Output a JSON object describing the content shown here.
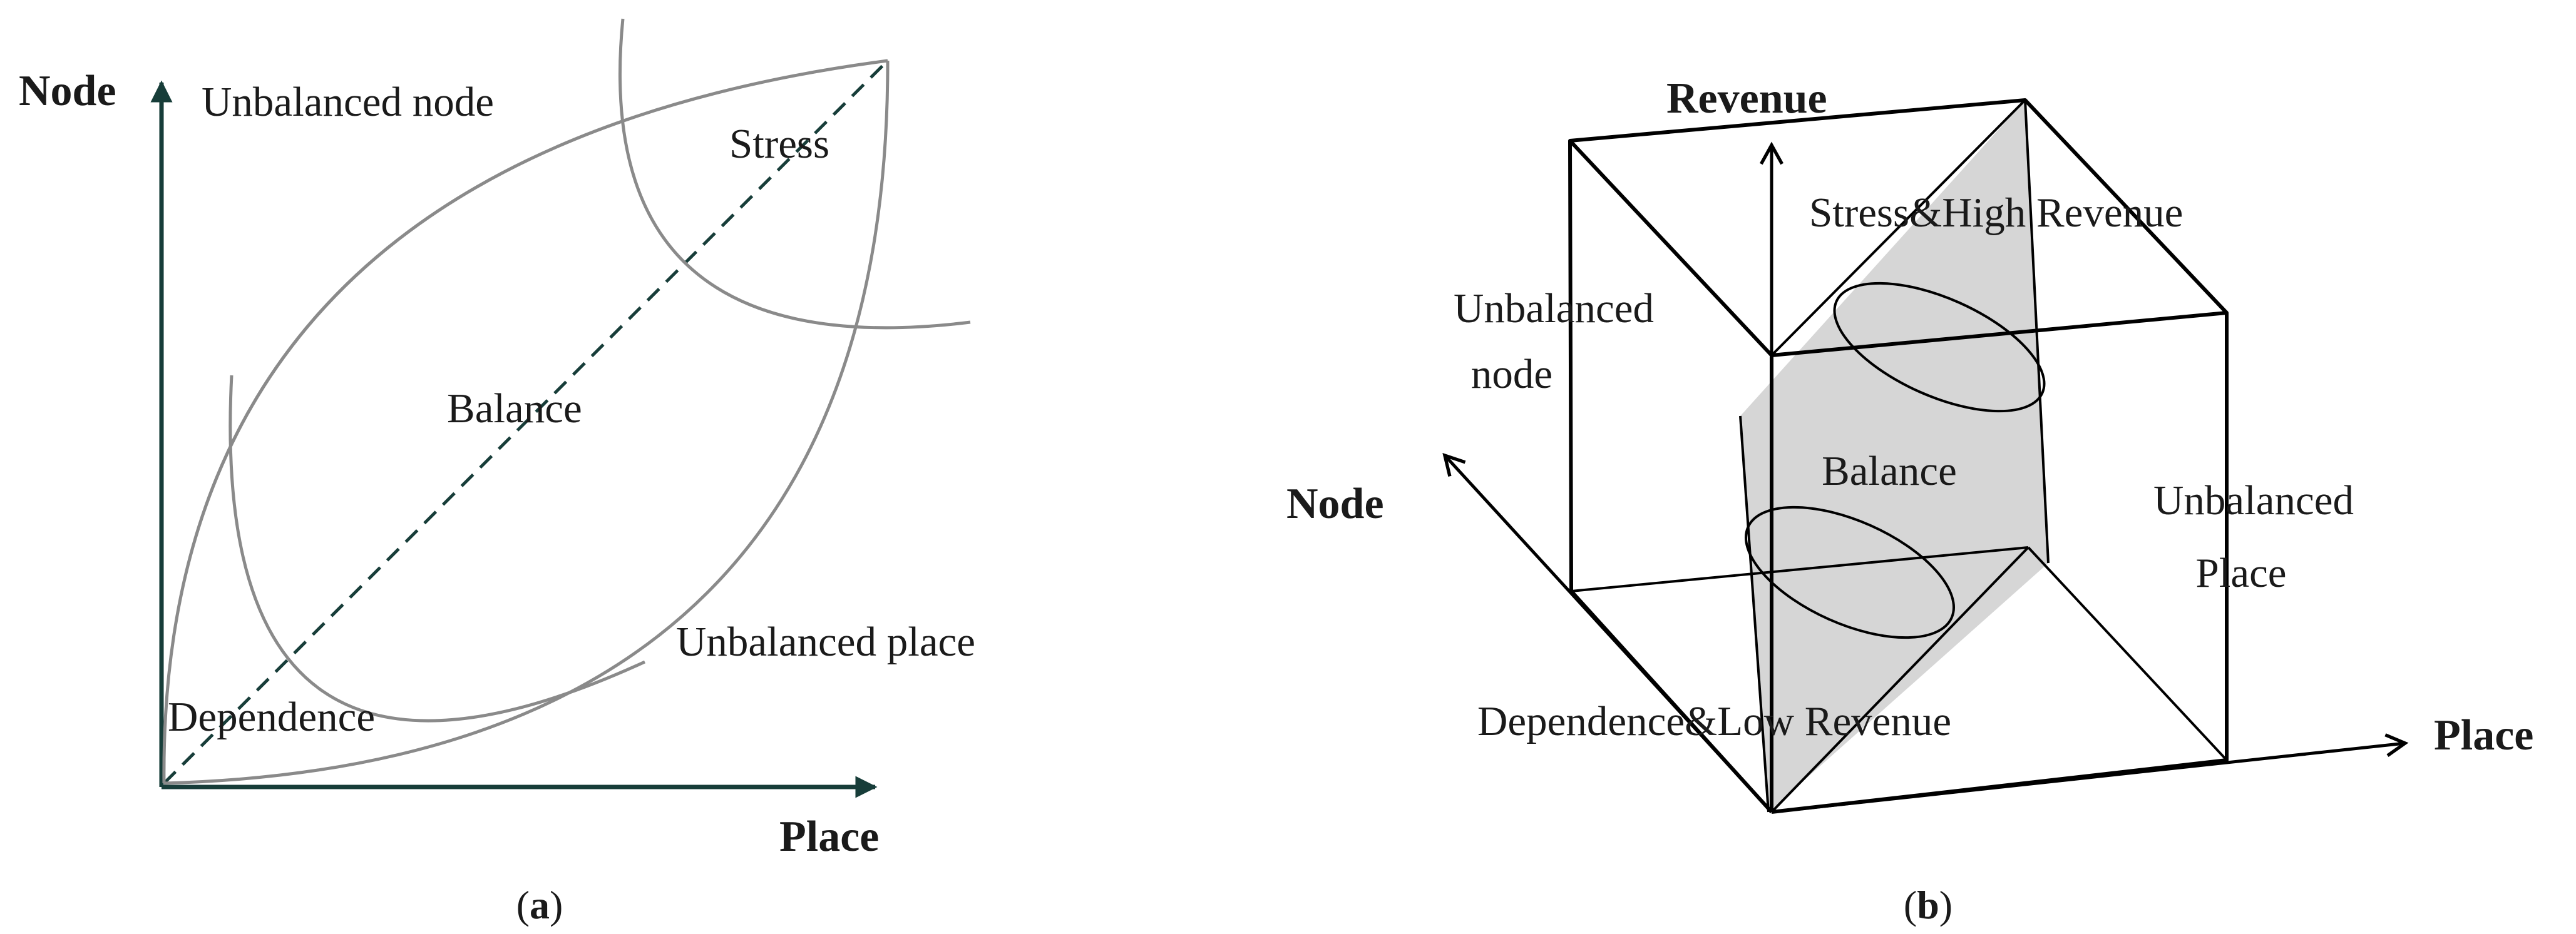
{
  "panel_a": {
    "axis_y_label": "Node",
    "axis_x_label": "Place",
    "regions": {
      "unbalanced_node": "Unbalanced node",
      "stress": "Stress",
      "balance": "Balance",
      "unbalanced_place": "Unbalanced place",
      "dependence": "Dependence"
    },
    "caption_open": "(",
    "caption_letter": "a",
    "caption_close": ")"
  },
  "panel_b": {
    "axis_revenue_label": "Revenue",
    "axis_node_label": "Node",
    "axis_place_label": "Place",
    "regions": {
      "stress_high_revenue": "Stress&High Revenue",
      "unbalanced_node_line1": "Unbalanced",
      "unbalanced_node_line2": "node",
      "balance": "Balance",
      "unbalanced_place_line1": "Unbalanced",
      "unbalanced_place_line2": "Place",
      "dependence_low_revenue": "Dependence&Low Revenue"
    },
    "caption_open": "(",
    "caption_letter": "b",
    "caption_close": ")"
  },
  "colors": {
    "axis_a": "#173d39",
    "curve": "#8a8a8a",
    "shaded_band": "#d6d6d6",
    "line": "#000000"
  }
}
